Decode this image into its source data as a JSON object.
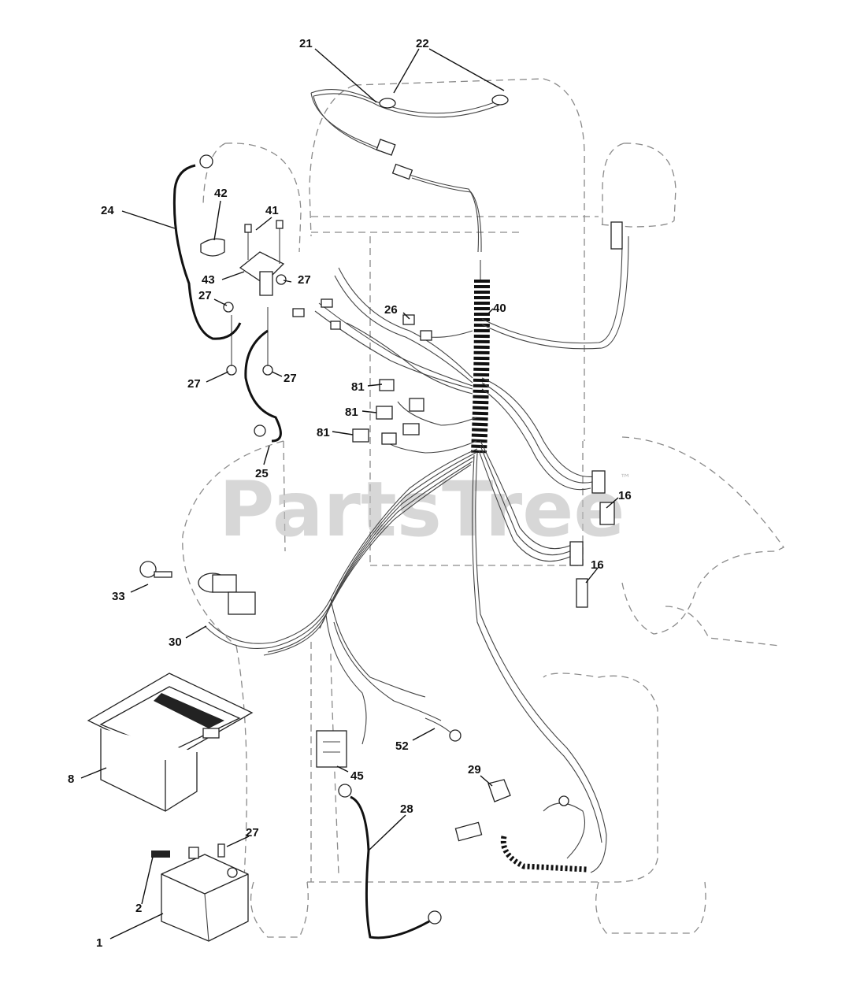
{
  "watermark": {
    "brand": "PartsTree",
    "trademark": "™"
  },
  "callouts": {
    "c21": "21",
    "c22": "22",
    "c24": "24",
    "c42": "42",
    "c41": "41",
    "c43": "43",
    "c27a": "27",
    "c27b": "27",
    "c27c": "27",
    "c27d": "27",
    "c26": "26",
    "c40": "40",
    "c81a": "81",
    "c81b": "81",
    "c81c": "81",
    "c25": "25",
    "c16a": "16",
    "c16b": "16",
    "c33": "33",
    "c30": "30",
    "c8": "8",
    "c52": "52",
    "c45": "45",
    "c29": "29",
    "c28": "28",
    "c27e": "27",
    "c2": "2",
    "c1": "1"
  },
  "colors": {
    "line": "#222222",
    "outline_dashed": "#8a8a8a",
    "watermark": "#bdbdbd"
  }
}
